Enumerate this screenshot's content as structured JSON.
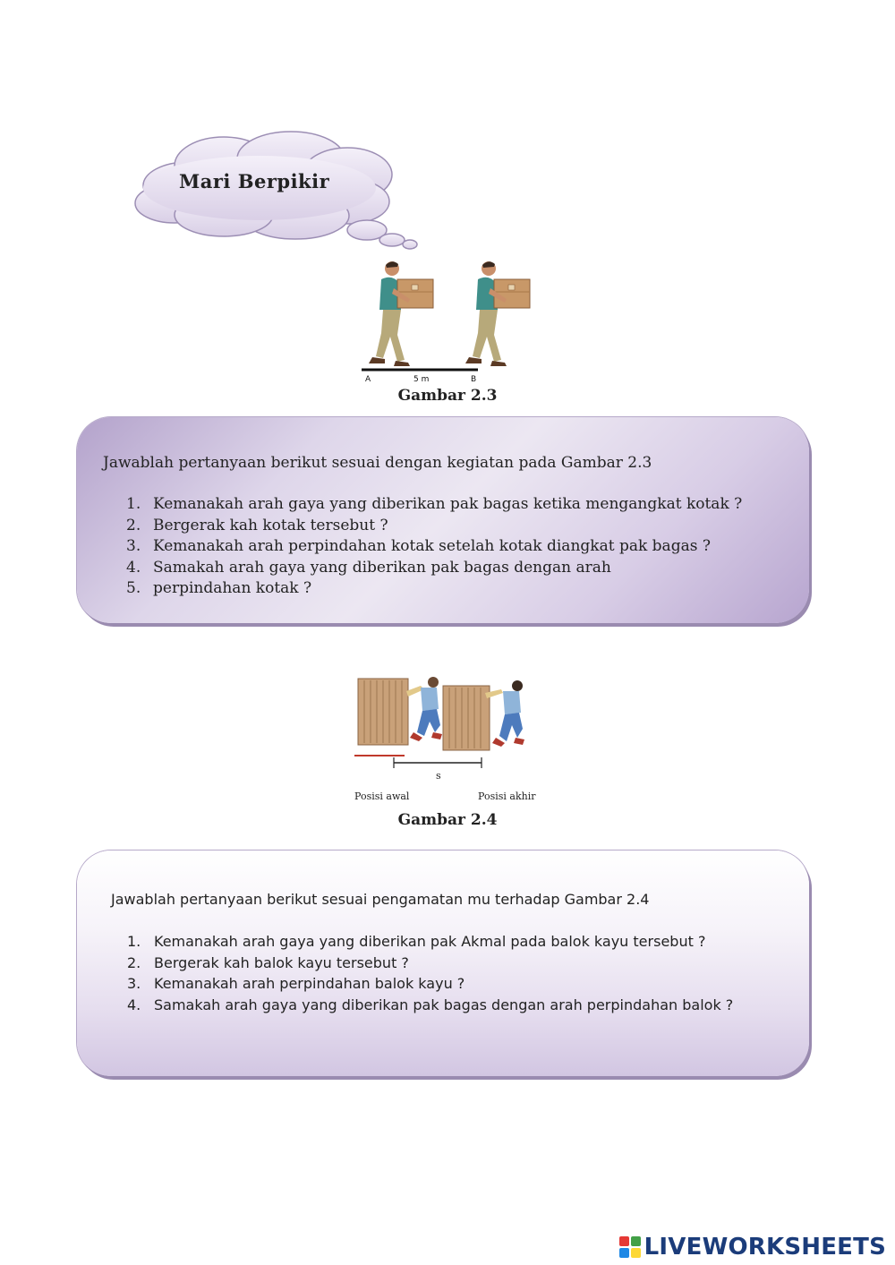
{
  "cloud": {
    "title": "Mari Berpikir"
  },
  "figure1": {
    "label_a": "A",
    "label_distance": "5 m",
    "label_b": "B",
    "caption": "Gambar 2.3"
  },
  "panel1": {
    "intro": "Jawablah pertanyaan berikut sesuai dengan kegiatan pada Gambar 2.3",
    "questions": [
      "Kemanakah arah gaya yang diberikan pak bagas ketika mengangkat kotak ?",
      "Bergerak kah kotak tersebut ?",
      "Kemanakah arah perpindahan kotak setelah kotak diangkat pak bagas ?",
      "Samakah arah gaya yang diberikan pak bagas dengan arah",
      "perpindahan kotak ?"
    ]
  },
  "figure2": {
    "label_s": "s",
    "label_start": "Posisi awal",
    "label_end": "Posisi akhir",
    "caption": "Gambar 2.4"
  },
  "panel2": {
    "intro": "Jawablah pertanyaan berikut sesuai pengamatan mu terhadap Gambar 2.4",
    "questions": [
      "Kemanakah arah gaya yang diberikan pak Akmal pada balok kayu tersebut ?",
      "Bergerak kah balok kayu tersebut ?",
      "Kemanakah arah perpindahan balok kayu ?",
      "Samakah arah gaya yang diberikan pak bagas dengan arah perpindahan balok ?"
    ]
  },
  "logo": {
    "text": "LIVEWORKSHEETS",
    "colors": [
      "#e53935",
      "#43a047",
      "#1e88e5",
      "#fdd835"
    ]
  }
}
